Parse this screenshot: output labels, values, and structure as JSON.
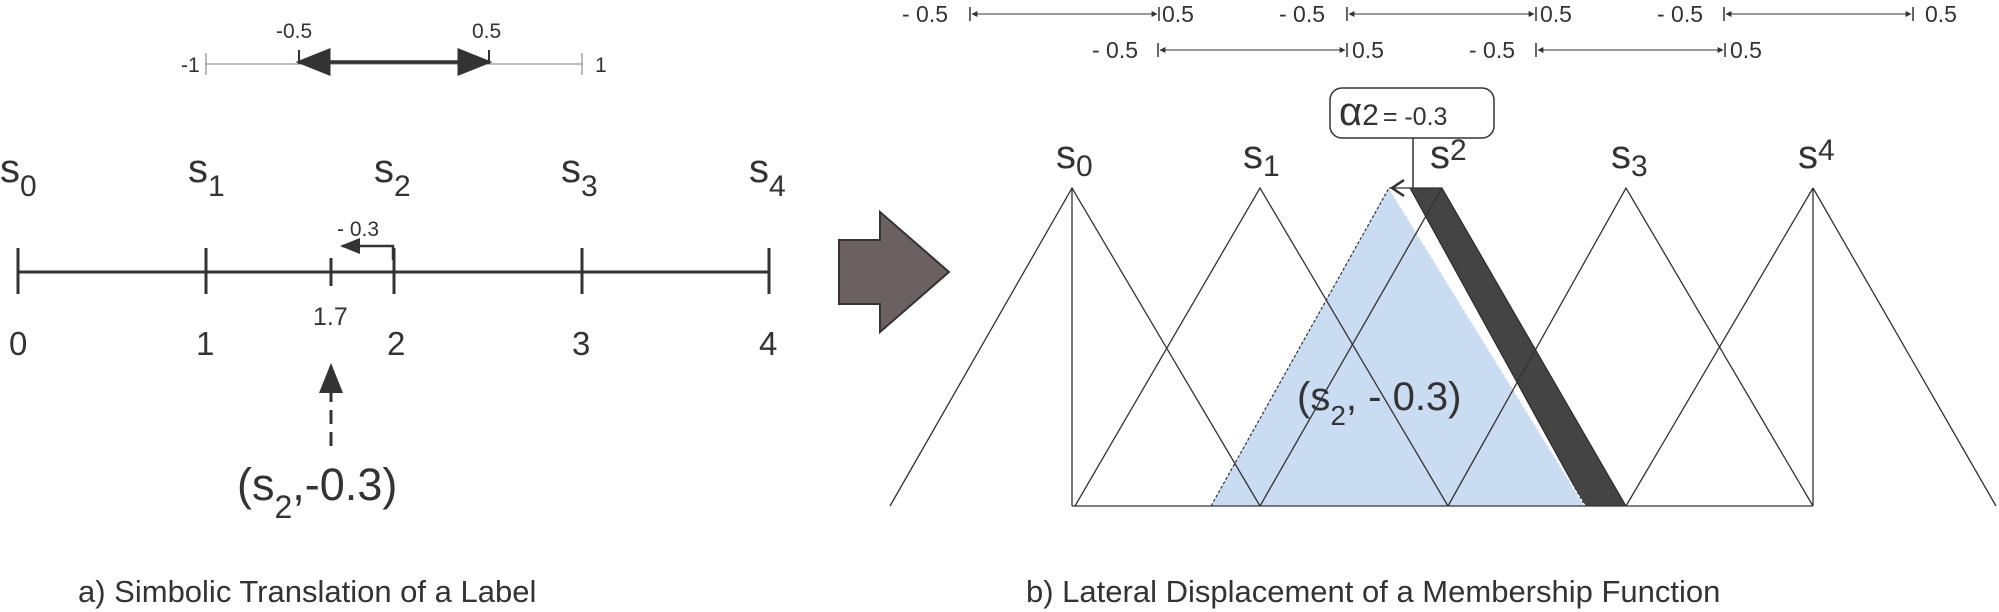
{
  "colors": {
    "ink": "#333333",
    "arrow_fill": "#6b6163",
    "shifted_fill": "#c9dcf2",
    "band_fill": "#444444"
  },
  "left_panel": {
    "caption": "a) Simbolic Translation of a Label",
    "scale_min": "-1",
    "scale_max": "1",
    "interval_low": "-0.5",
    "interval_high": "0.5",
    "labels": [
      {
        "base": "s",
        "sub": "0"
      },
      {
        "base": "s",
        "sub": "1"
      },
      {
        "base": "s",
        "sub": "2"
      },
      {
        "base": "s",
        "sub": "3"
      },
      {
        "base": "s",
        "sub": "4"
      }
    ],
    "ticks": [
      "0",
      "1",
      "2",
      "3",
      "4"
    ],
    "offset_label": "- 0.3",
    "point_value": "1.7",
    "tuple": {
      "open": "(s",
      "sub": "2",
      "rest": ",-0.3)"
    }
  },
  "right_panel": {
    "caption": "b) Lateral Displacement of a Membership Function",
    "labels": [
      {
        "base": "s",
        "sub": "0"
      },
      {
        "base": "s",
        "sub": "1"
      },
      {
        "base": "s",
        "sub": "2"
      },
      {
        "base": "s",
        "sub": "3"
      },
      {
        "base": "s",
        "sub": "4"
      }
    ],
    "alpha": {
      "symbol": "α",
      "sub": "2",
      "value": "= -0.3"
    },
    "tuple": {
      "open": "(s",
      "sub": "2",
      "rest": ", - 0.3)"
    },
    "ranges_row1": [
      {
        "low": "- 0.5",
        "high": "0.5"
      },
      {
        "low": "- 0.5",
        "high": "0.5"
      },
      {
        "low": "- 0.5",
        "high": "0.5"
      }
    ],
    "ranges_row2": [
      {
        "low": "- 0.5",
        "high": "0.5"
      },
      {
        "low": "- 0.5",
        "high": "0.5"
      }
    ]
  }
}
